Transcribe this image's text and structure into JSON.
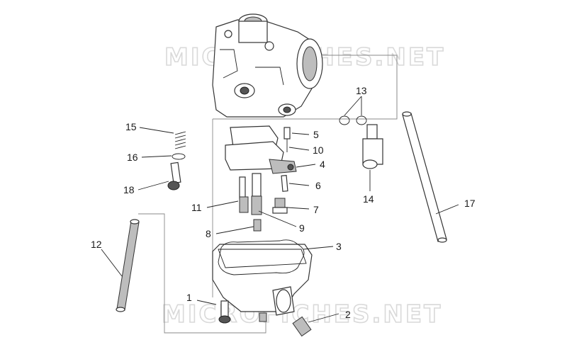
{
  "watermark": "MICROFICHES.NET",
  "callouts": [
    {
      "id": "1",
      "label": "1"
    },
    {
      "id": "2",
      "label": "2"
    },
    {
      "id": "3",
      "label": "3"
    },
    {
      "id": "4",
      "label": "4"
    },
    {
      "id": "5",
      "label": "5"
    },
    {
      "id": "6",
      "label": "6"
    },
    {
      "id": "7",
      "label": "7"
    },
    {
      "id": "8",
      "label": "8"
    },
    {
      "id": "9",
      "label": "9"
    },
    {
      "id": "10",
      "label": "10"
    },
    {
      "id": "11",
      "label": "11"
    },
    {
      "id": "12",
      "label": "12"
    },
    {
      "id": "13",
      "label": "13"
    },
    {
      "id": "14",
      "label": "14"
    },
    {
      "id": "15",
      "label": "15"
    },
    {
      "id": "16",
      "label": "16"
    },
    {
      "id": "17",
      "label": "17"
    },
    {
      "id": "18",
      "label": "18"
    }
  ]
}
